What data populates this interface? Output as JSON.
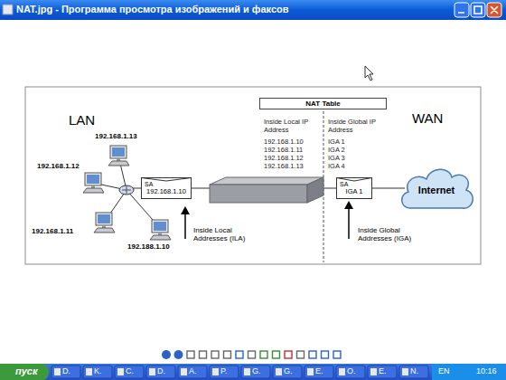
{
  "diagram": {
    "nodes": [
      {
        "text": [
          "192.168.1.13"
        ]
      },
      {
        "text": [
          "192.168.1.12"
        ]
      },
      {
        "text": [
          "192.168.1.11"
        ]
      },
      {
        "text": [
          "192.188.1.10"
        ]
      },
      {
        "text": [
          "SA",
          "192.168.1.10"
        ]
      },
      {
        "text": [
          "NAT Table"
        ]
      },
      {
        "text": [
          "SA",
          "IGA 1"
        ]
      },
      {
        "text": [
          "Internet"
        ]
      }
    ],
    "edges": [
      {
        "from": 6,
        "to": 7,
        "arrow": "none"
      }
    ],
    "labels": [
      "NAT.jpg - Программа просмотра изображений и факсов",
      "LAN",
      "WAN",
      "Inside Local IP Address",
      "192.168.1.10",
      "192.168.1.11",
      "192.168.1.12",
      "192.168.1.13",
      "Inside Global IP Address",
      "IGA 1",
      "IGA 2",
      "IGA 3",
      "IGA 4",
      "Inside Local Addresses (ILA)",
      "Inside Global Addresses (IGA)",
      "пуск",
      "EN",
      "10:16",
      "D.",
      "K.",
      "C.",
      "D.",
      "A.",
      "P.",
      "G.",
      "G.",
      "E.",
      "O.",
      "E.",
      "N."
    ]
  }
}
